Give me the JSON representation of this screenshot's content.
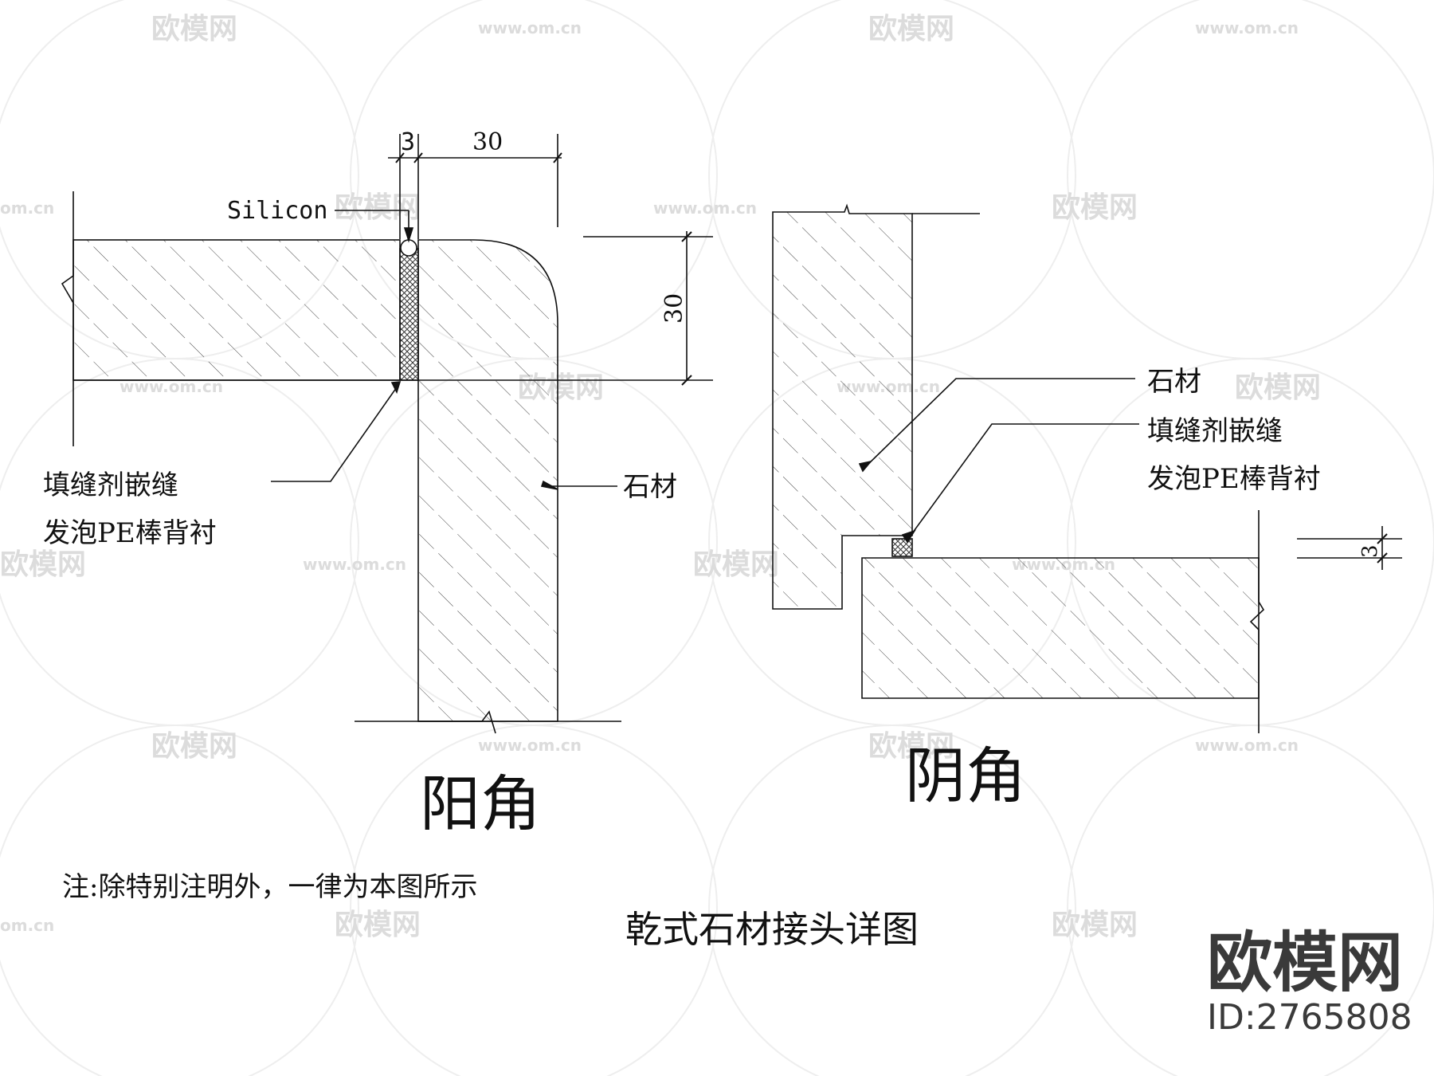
{
  "watermark": {
    "brand_cn": "欧模网",
    "url": "www.om.cn",
    "url_short": "om.cn"
  },
  "convex_corner": {
    "title": "阳角",
    "dims": {
      "gap": "3",
      "width": "30",
      "height": "30"
    },
    "label_silicon": "Silicon",
    "label_filler_1": "填缝剂嵌缝",
    "label_filler_2": "发泡PE棒背衬",
    "label_stone": "石材"
  },
  "concave_corner": {
    "title": "阴角",
    "dims": {
      "gap": "3"
    },
    "label_stone": "石材",
    "label_filler_1": "填缝剂嵌缝",
    "label_filler_2": "发泡PE棒背衬"
  },
  "note": "注:除特别注明外，一律为本图所示",
  "drawing_title": "乾式石材接头详图",
  "brand_logo": {
    "text": "欧模网",
    "id": "ID:2765808"
  }
}
